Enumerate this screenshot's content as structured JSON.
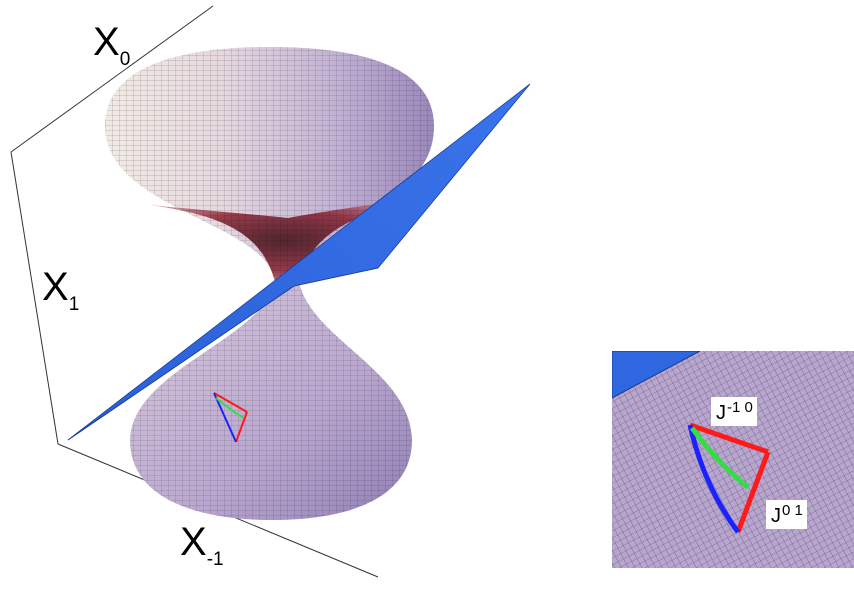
{
  "labels": {
    "axis_x0": {
      "base": "X",
      "sub": "0"
    },
    "axis_x1": {
      "base": "X",
      "sub": "1"
    },
    "axis_xm1": {
      "base": "X",
      "sub": "-1"
    },
    "inset_j10": {
      "base": "J",
      "sup": "-1 0"
    },
    "inset_j01": {
      "base": "J",
      "sup": "0 1"
    }
  },
  "colors": {
    "surface": "#c9bbd8",
    "surface_dark": "#8c7aae",
    "surface_light": "#eadfe6",
    "throat_red": "#7d1622",
    "plane_blue": "#2f67e0",
    "mesh_line": "#2a2030",
    "axis_frame": "#333333",
    "curve_red": "#ff1a1a",
    "curve_green": "#33dd44",
    "curve_blue": "#1a22ff"
  }
}
